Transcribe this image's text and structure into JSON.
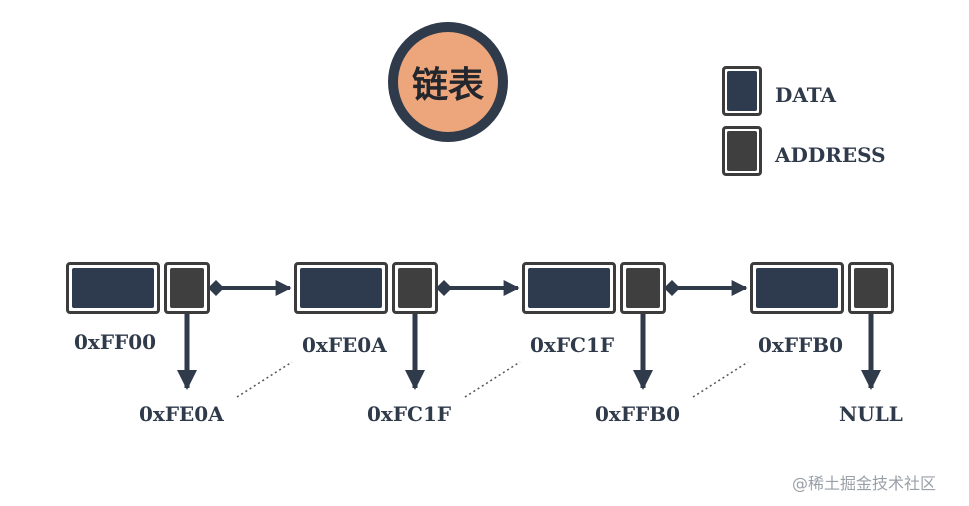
{
  "title": "链表",
  "legend": {
    "data": {
      "label": "DATA",
      "color": "#2e3b4e"
    },
    "address": {
      "label": "ADDRESS",
      "color": "#3f3f3f"
    }
  },
  "nodes": [
    {
      "address": "0xFF00",
      "next": "0xFE0A"
    },
    {
      "address": "0xFE0A",
      "next": "0xFC1F"
    },
    {
      "address": "0xFC1F",
      "next": "0xFFB0"
    },
    {
      "address": "0xFFB0",
      "next": "NULL"
    }
  ],
  "watermark": "@稀土掘金技术社区"
}
